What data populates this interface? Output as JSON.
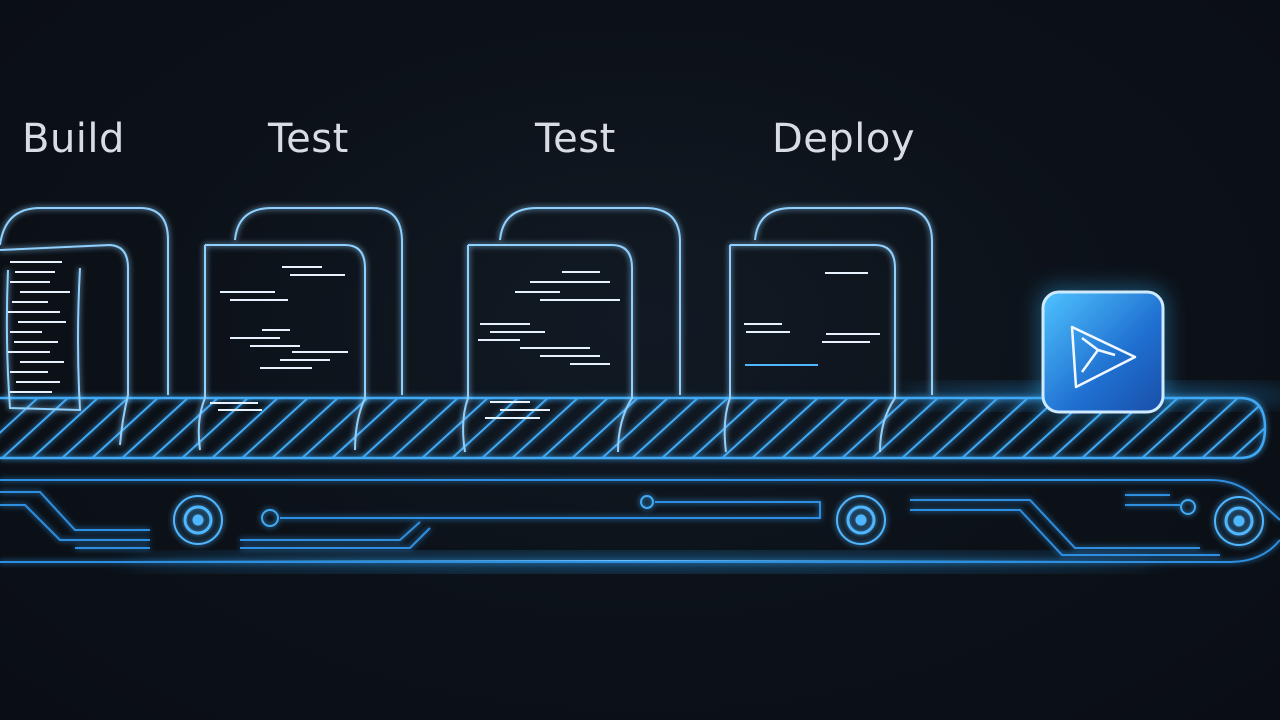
{
  "stages": [
    {
      "label": "Build"
    },
    {
      "label": "Test"
    },
    {
      "label": "Test"
    },
    {
      "label": "Deploy"
    }
  ],
  "colors": {
    "background": "#0d1219",
    "line": "#3fa9f5",
    "glow": "#33b5ff",
    "doc_stroke": "#8fd0ff",
    "text_line": "#e8f2ff",
    "label": "#d8dde3",
    "artifact_fill": "#2277cc"
  },
  "icons": {
    "artifact": "play-triangle-icon",
    "roller": "roller-wheel-icon"
  }
}
